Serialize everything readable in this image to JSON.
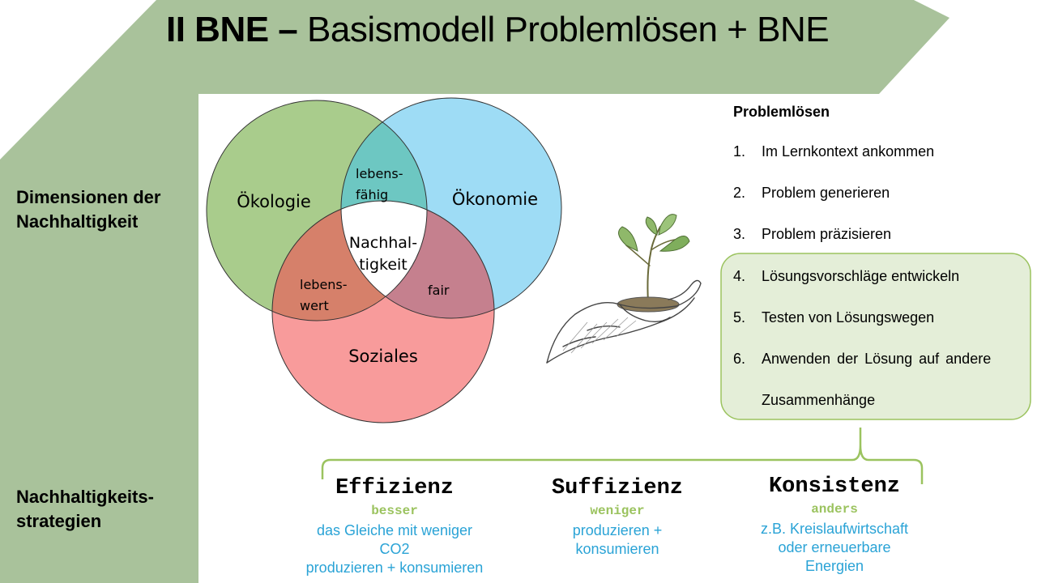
{
  "title": {
    "bold": "II BNE –",
    "rest": "Basismodell Problemlösen + BNE"
  },
  "side_labels": {
    "dimensions": [
      "Dimensionen der",
      "Nachhaltigkeit"
    ],
    "strategies": [
      "Nachhaltigkeits-",
      "strategien"
    ]
  },
  "venn": {
    "oekologie": "Ökologie",
    "oekonomie": "Ökonomie",
    "soziales": "Soziales",
    "lebensfaehig": [
      "lebens-",
      "fähig"
    ],
    "lebenswert": [
      "lebens-",
      "wert"
    ],
    "fair": "fair",
    "nachhaltigkeit": [
      "Nachhal-",
      "tigkeit"
    ]
  },
  "colors": {
    "green_band": "#a9c29b",
    "oekologie": "#a9cc8c",
    "oekonomie": "#9edcf5",
    "soziales": "#f89b9b",
    "overlap_top": "#6dc7c2",
    "overlap_left": "#d6806a",
    "overlap_right": "#c5808e",
    "highlight_box": "#e4eed8",
    "bracket": "#9bc35f"
  },
  "problemloesen": {
    "heading": "Problemlösen",
    "steps": [
      {
        "num": "1.",
        "text": "Im Lernkontext ankommen"
      },
      {
        "num": "2.",
        "text": "Problem generieren"
      },
      {
        "num": "3.",
        "text": "Problem präzisieren"
      },
      {
        "num": "4.",
        "text": "Lösungsvorschläge entwickeln"
      },
      {
        "num": "5.",
        "text": "Testen von Lösungswegen"
      },
      {
        "num": "6.",
        "text": "Anwenden der Lösung auf andere"
      }
    ],
    "step6_continuation": "Zusammenhänge"
  },
  "strategies": [
    {
      "name": "Effizienz",
      "sub": "besser",
      "desc": [
        "das Gleiche mit weniger",
        "CO2",
        "produzieren + konsumieren"
      ]
    },
    {
      "name": "Suffizienz",
      "sub": "weniger",
      "desc": [
        "produzieren +",
        "konsumieren"
      ]
    },
    {
      "name": "Konsistenz",
      "sub": "anders",
      "desc": [
        "z.B. Kreislaufwirtschaft",
        "oder erneuerbare",
        "Energien"
      ]
    }
  ]
}
